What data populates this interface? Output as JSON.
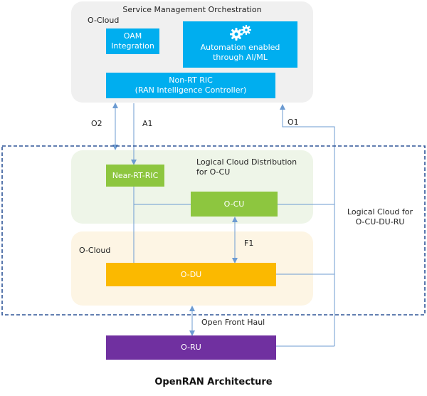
{
  "smo": {
    "title": "Service Management Orchestration",
    "ocloud_label": "O-Cloud",
    "oam": [
      "OAM",
      "Integration"
    ],
    "automation": [
      "Automation enabled",
      "through AI/ML"
    ],
    "automation_icon": "gears-icon",
    "nonrt": [
      "Non-RT RIC",
      "(RAN Intelligence Controller)"
    ]
  },
  "interfaces": {
    "o2": "O2",
    "a1": "A1",
    "o1": "O1",
    "f1": "F1",
    "fronthaul": "Open Front Haul"
  },
  "logical_cu": {
    "title": [
      "Logical Cloud Distribution",
      "for O-CU"
    ],
    "near_rt": "Near-RT-RIC",
    "ocu": "O-CU"
  },
  "ocloud2": {
    "label": "O-Cloud",
    "odu": "O-DU"
  },
  "logical_all": [
    "Logical Cloud for",
    "O-CU-DU-RU"
  ],
  "oru": "O-RU",
  "caption": "OpenRAN Architecture",
  "colors": {
    "panel_gray": "#f0f0f0",
    "panel_green": "#eef5e8",
    "panel_yellow": "#fdf5e4",
    "blue": "#00aeef",
    "green": "#8dc63f",
    "orange": "#fbb900",
    "purple": "#7030a0",
    "line": "#6c9bd2",
    "dash": "#2f5597"
  }
}
